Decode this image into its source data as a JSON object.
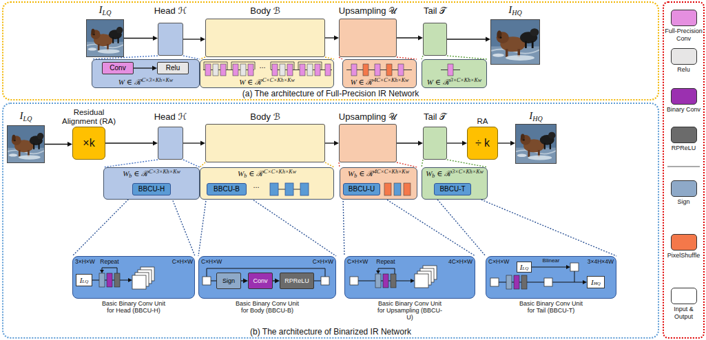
{
  "diagram": {
    "nodes": [
      {
        "text": [
          "(a) The architecture of Full-Precision IR Network"
        ]
      },
      {
        "text": [
          "I",
          "LQ"
        ],
        "in": 0
      },
      {
        "text": [
          "Head ℋ"
        ],
        "in": 0
      },
      {
        "text": [
          "Body ℬ"
        ],
        "in": 0
      },
      {
        "text": [
          "Upsampling 𝒰"
        ],
        "in": 0
      },
      {
        "text": [
          "Tail 𝒯"
        ],
        "in": 0
      },
      {
        "text": [
          "I",
          "HQ"
        ],
        "in": 0
      },
      {
        "text": [
          "W ∈ ℛ",
          "C×3×Kh×Kw"
        ],
        "in": 0
      },
      {
        "text": [
          "Conv"
        ],
        "in": 7
      },
      {
        "text": [
          "Relu"
        ],
        "in": 7
      },
      {
        "text": [
          "W ∈ ℛ",
          "C×C×Kh×Kw"
        ],
        "in": 0
      },
      {
        "text": [
          "W ∈ ℛ",
          "4C×C×Kh×Kw"
        ],
        "in": 0
      },
      {
        "text": [
          "W ∈ ℛ",
          "3×C×Kh×Kw"
        ],
        "in": 0
      },
      {
        "text": [
          "(b) The architecture of Binarized IR Network"
        ]
      },
      {
        "text": [
          "I",
          "LQ"
        ],
        "in": 13
      },
      {
        "text": [
          "Residual Alignment (RA)",
          "×k"
        ],
        "in": 13
      },
      {
        "text": [
          "Head ℋ"
        ],
        "in": 13
      },
      {
        "text": [
          "Body ℬ"
        ],
        "in": 13
      },
      {
        "text": [
          "Upsampling 𝒰"
        ],
        "in": 13
      },
      {
        "text": [
          "Tail 𝒯"
        ],
        "in": 13
      },
      {
        "text": [
          "RA",
          "÷ k"
        ],
        "in": 13
      },
      {
        "text": [
          "I",
          "HQ"
        ],
        "in": 13
      },
      {
        "text": [
          "W",
          "b",
          "∈ ℛ",
          "C×3×Kh×Kw"
        ],
        "in": 13
      },
      {
        "text": [
          "BBCU-H"
        ],
        "in": 22
      },
      {
        "text": [
          "W",
          "b",
          "∈ ℛ",
          "C×C×Kh×Kw"
        ],
        "in": 13
      },
      {
        "text": [
          "BBCU-B"
        ],
        "in": 24
      },
      {
        "text": [
          "W",
          "b",
          "∈ ℛ",
          "4C×C×Kh×Kw"
        ],
        "in": 13
      },
      {
        "text": [
          "BBCU-U"
        ],
        "in": 26
      },
      {
        "text": [
          "W",
          "b",
          "∈ ℛ",
          "3×C×Kh×Kw"
        ],
        "in": 13
      },
      {
        "text": [
          "BBCU-T"
        ],
        "in": 28
      },
      {
        "text": [
          "Basic Binary Conv Unit for Head (BBCU-H)"
        ],
        "in": 13
      },
      {
        "text": [
          "Basic Binary Conv Unit for Body (BBCU-B)"
        ],
        "in": 13
      },
      {
        "text": [
          "Sign"
        ],
        "in": 31
      },
      {
        "text": [
          "Conv"
        ],
        "in": 31
      },
      {
        "text": [
          "RPReLU"
        ],
        "in": 31
      },
      {
        "text": [
          "Basic Binary Conv Unit for Upsampling (BBCU-U)"
        ],
        "in": 13
      },
      {
        "text": [
          "Basic Binary Conv Unit for Tail (BBCU-T)"
        ],
        "in": 13
      },
      {
        "text": [
          "I",
          "LQ"
        ],
        "in": 30
      },
      {
        "text": [
          "I",
          "LQ"
        ],
        "in": 36
      },
      {
        "text": [
          "I",
          "HQ"
        ],
        "in": 36
      }
    ],
    "edges": [
      {
        "from": 1,
        "to": 2,
        "arrow": "to"
      },
      {
        "from": 2,
        "to": 3,
        "arrow": "to"
      },
      {
        "from": 3,
        "to": 4,
        "arrow": "to"
      },
      {
        "from": 4,
        "to": 5,
        "arrow": "to"
      },
      {
        "from": 5,
        "to": 6,
        "arrow": "to"
      },
      {
        "from": 2,
        "to": 7,
        "arrow": "none"
      },
      {
        "from": 8,
        "to": 9,
        "arrow": "to"
      },
      {
        "from": 3,
        "to": 10,
        "arrow": "none"
      },
      {
        "from": 4,
        "to": 11,
        "arrow": "none"
      },
      {
        "from": 5,
        "to": 12,
        "arrow": "none"
      },
      {
        "from": 14,
        "to": 15,
        "arrow": "to"
      },
      {
        "from": 15,
        "to": 16,
        "arrow": "to"
      },
      {
        "from": 16,
        "to": 17,
        "arrow": "to"
      },
      {
        "from": 17,
        "to": 18,
        "arrow": "to"
      },
      {
        "from": 18,
        "to": 19,
        "arrow": "to"
      },
      {
        "from": 19,
        "to": 20,
        "arrow": "to"
      },
      {
        "from": 20,
        "to": 21,
        "arrow": "to"
      },
      {
        "from": 16,
        "to": 22,
        "arrow": "none"
      },
      {
        "from": 17,
        "to": 24,
        "arrow": "none"
      },
      {
        "from": 18,
        "to": 26,
        "arrow": "none"
      },
      {
        "from": 19,
        "to": 28,
        "arrow": "none"
      },
      {
        "from": 23,
        "to": 30,
        "arrow": "none"
      },
      {
        "from": 25,
        "to": 31,
        "arrow": "none"
      },
      {
        "from": 27,
        "to": 35,
        "arrow": "none"
      },
      {
        "from": 29,
        "to": 36,
        "arrow": "none"
      },
      {
        "from": 32,
        "to": 33,
        "arrow": "to"
      },
      {
        "from": 33,
        "to": 34,
        "arrow": "to"
      }
    ],
    "labels": [
      "...",
      "...",
      "Repeat",
      "3×H×W",
      "C×H×W",
      "C×H×W",
      "C×H×W",
      "C×H×W",
      "Repeat",
      "4C×H×W",
      "C×H×W",
      "Blinear",
      "3×4H×4W"
    ],
    "legend": [
      {
        "text": "Full-Precision Conv",
        "color": "#e58fe0"
      },
      {
        "text": "Relu",
        "color": "#e7e6e6"
      },
      {
        "text": "Binary Conv",
        "color": "#9b30b0"
      },
      {
        "text": "RPReLU",
        "color": "#6b6b6b"
      },
      {
        "text": "Sign",
        "color": "#8ea9c8"
      },
      {
        "text": "PixelShuffle",
        "color": "#f4784a"
      },
      {
        "text": "Input & Output",
        "color": "#ffffff"
      }
    ]
  }
}
